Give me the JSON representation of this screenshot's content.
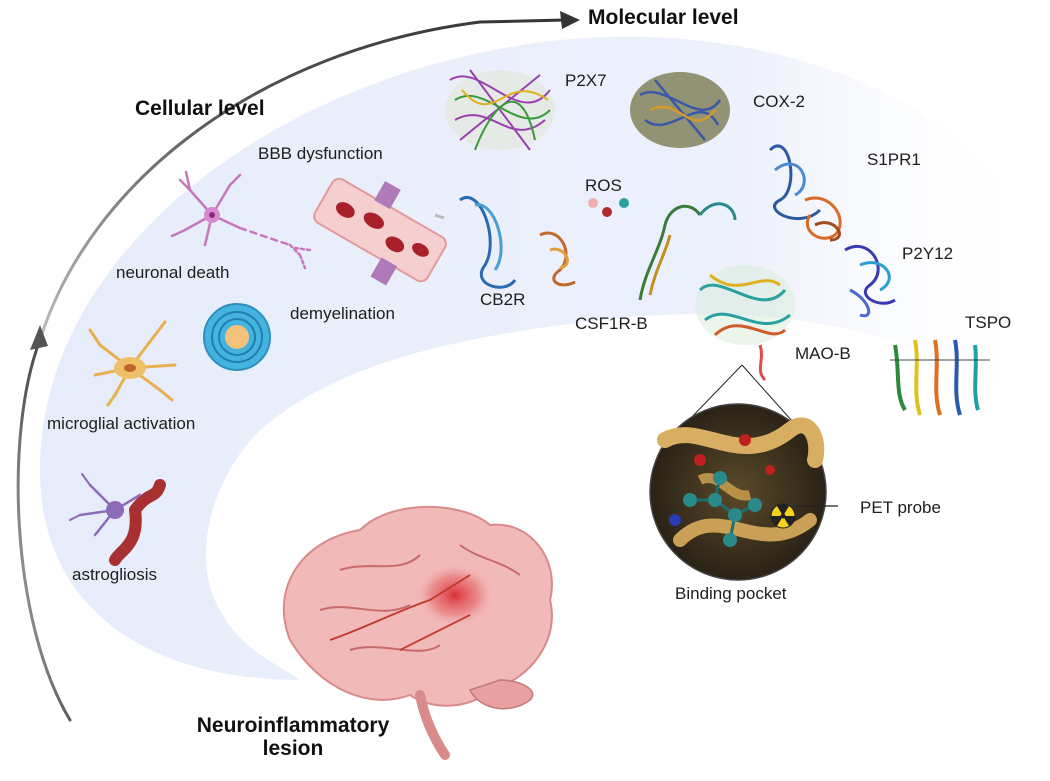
{
  "levels": {
    "molecular": "Molecular level",
    "cellular": "Cellular level",
    "lesion_line1": "Neuroinflammatory",
    "lesion_line2": "lesion"
  },
  "cellular_processes": {
    "bbb": "BBB dysfunction",
    "neuronal_death": "neuronal death",
    "demyelination": "demyelination",
    "microglial_activation": "microglial activation",
    "astrogliosis": "astrogliosis"
  },
  "molecular_targets": {
    "p2x7": "P2X7",
    "cox2": "COX-2",
    "s1pr1": "S1PR1",
    "ros": "ROS",
    "cb2r": "CB2R",
    "csf1r": "CSF1R-B",
    "p2y12": "P2Y12",
    "tspo": "TSPO",
    "maob": "MAO-B"
  },
  "binding": {
    "pocket": "Binding pocket",
    "probe": "PET probe"
  },
  "colors": {
    "band": "#e9eefb",
    "arrow": "#4a4a4a",
    "brain": "#f2b9b9",
    "vessel": "#c0392b",
    "microglia": "#f0c068",
    "neuron": "#c678b8",
    "astrocyte": "#8e6bb8",
    "myelin": "#45b3e0",
    "protein_gold": "#d8ae62",
    "radiation": "#f7d21a"
  }
}
